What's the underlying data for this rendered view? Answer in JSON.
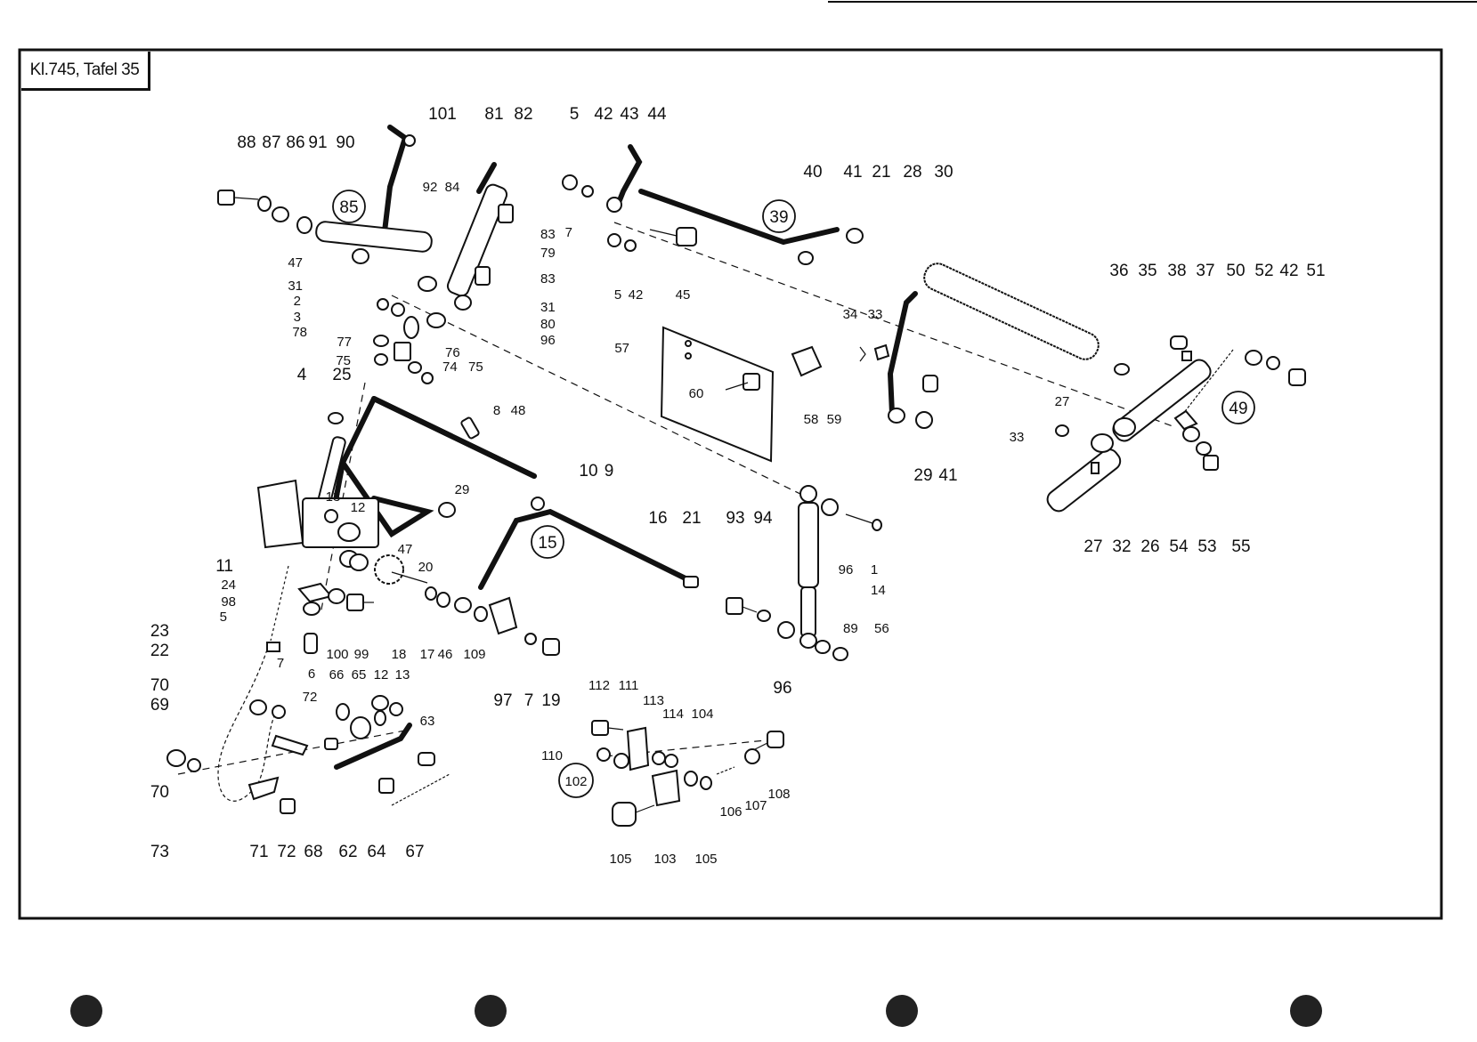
{
  "title": "Kl.745, Tafel 35",
  "groups": [
    "85",
    "39",
    "15",
    "49",
    "102"
  ],
  "labels": {
    "top": [
      "88",
      "87",
      "86",
      "91",
      "90",
      "101",
      "81",
      "82",
      "5",
      "42",
      "43",
      "44",
      "40",
      "41",
      "21",
      "28",
      "30"
    ],
    "right": [
      "36",
      "35",
      "38",
      "37",
      "50",
      "52",
      "42",
      "51",
      "34",
      "33",
      "27",
      "33",
      "29",
      "41",
      "27",
      "32",
      "26",
      "54",
      "53",
      "55"
    ],
    "left": [
      "47",
      "31",
      "2",
      "3",
      "78",
      "77",
      "75",
      "76",
      "74",
      "75",
      "4",
      "25",
      "8",
      "48",
      "13",
      "12",
      "29",
      "11",
      "24",
      "98",
      "5",
      "23",
      "22",
      "7",
      "6",
      "47",
      "20",
      "100",
      "99",
      "18",
      "17",
      "46",
      "109",
      "10",
      "9"
    ],
    "mid": [
      "92",
      "84",
      "83",
      "79",
      "83",
      "31",
      "80",
      "96",
      "7",
      "5",
      "42",
      "45",
      "57",
      "60",
      "58",
      "59",
      "16",
      "21",
      "93",
      "94",
      "96",
      "1",
      "14",
      "89",
      "56",
      "96",
      "97",
      "7",
      "19"
    ],
    "bottom": [
      "70",
      "69",
      "70",
      "73",
      "72",
      "66",
      "65",
      "12",
      "13",
      "63",
      "71",
      "72",
      "68",
      "62",
      "64",
      "67",
      "112",
      "111",
      "113",
      "114",
      "104",
      "110",
      "105",
      "103",
      "105",
      "106",
      "107",
      "108"
    ]
  }
}
